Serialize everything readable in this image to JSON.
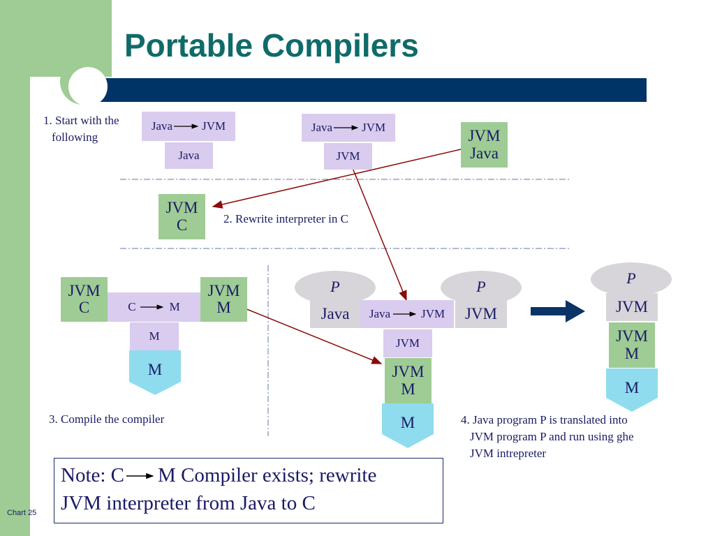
{
  "title": "Portable Compilers",
  "steps": {
    "step1": [
      "1. Start with the",
      "following"
    ],
    "step2": "2. Rewrite interpreter in C",
    "step3": "3. Compile the compiler",
    "step4": [
      "4. Java program P is translated into",
      "JVM program P and run using ghe",
      "JVM intrepreter"
    ]
  },
  "t_java_jvm": {
    "source": "Java",
    "target": "JVM",
    "impl": "Java"
  },
  "t_java_jvm_2": {
    "source": "Java",
    "target": "JVM",
    "impl": "JVM"
  },
  "interp_java": {
    "top": "JVM",
    "bottom": "Java"
  },
  "interp_c": {
    "top": "JVM",
    "bottom": "C"
  },
  "step3_boxes": {
    "left_top": "JVM",
    "left_bottom": "C",
    "cm_source": "C",
    "cm_target": "M",
    "cm_impl": "M",
    "machine": "M",
    "right_top": "JVM",
    "right_bottom": "M"
  },
  "step4_boxes": {
    "p_java_top": "P",
    "p_java_bottom": "Java",
    "t_source": "Java",
    "t_target": "JVM",
    "t_impl": "JVM",
    "p_jvm_top": "P",
    "p_jvm_bottom": "JVM",
    "jvm_m_top": "JVM",
    "jvm_m_bottom": "M",
    "machine": "M",
    "result_p": "P",
    "result_jvm": "JVM",
    "result_interp_top": "JVM",
    "result_interp_bottom": "M",
    "result_machine": "M"
  },
  "note": {
    "line1_pre": "Note: C",
    "line1_post": "M Compiler exists; rewrite",
    "line2": "JVM interpreter from Java to C"
  },
  "footer": "Chart 25",
  "colors": {
    "title": "#0f6b69",
    "navy": "#003366",
    "green": "#9ecc94",
    "lavender": "#d9ccee",
    "gray": "#d7d5d9",
    "cyan": "#8fdcef",
    "arrow": "#8b0a0a",
    "text": "#1a1a66"
  }
}
